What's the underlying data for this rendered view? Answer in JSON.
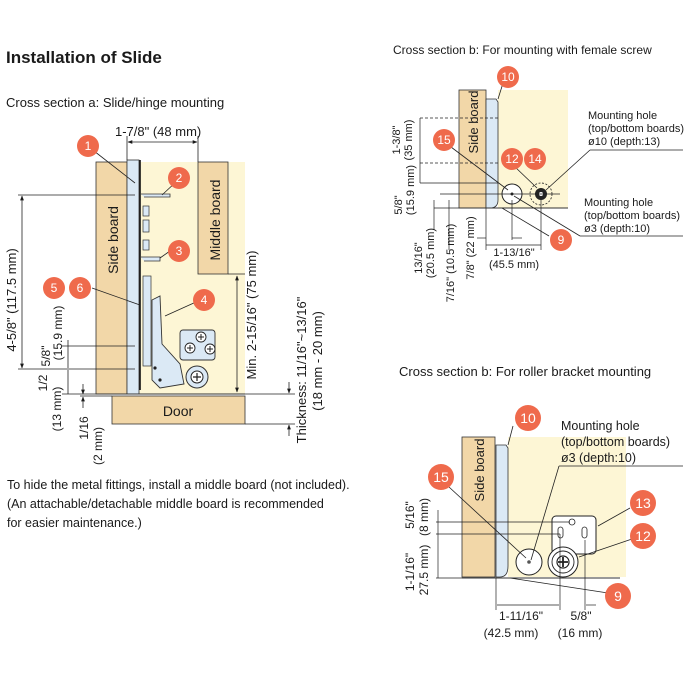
{
  "title": "Installation of Slide",
  "note": {
    "lines": [
      "To hide the metal fittings, install a middle board (not included).",
      "(An attachable/detachable middle board is recommended",
      "for easier maintenance.)"
    ]
  },
  "section_a": {
    "title": "Cross section a: Slide/hinge mounting",
    "labels": {
      "side_board": "Side board",
      "middle_board": "Middle board",
      "door": "Door"
    },
    "dimensions": {
      "width": "1-7/8\" (48 mm)",
      "height_total": "4-5/8\" (117.5 mm)",
      "d_5_8": "5/8\"",
      "d_5_8_mm": "(15.9 mm)",
      "d_1_2": "1/2",
      "d_1_2_mm": "(13 mm)",
      "d_1_16": "1/16",
      "d_1_16_mm": "(2 mm)",
      "min_height": "Min. 2-15/16\" (75 mm)",
      "thickness": "Thickness: 11/16\"~13/16\"",
      "thickness_mm": "(18 mm - 20 mm)"
    },
    "callouts": [
      "1",
      "2",
      "3",
      "4",
      "5",
      "6"
    ]
  },
  "section_b1": {
    "title": "Cross section b: For mounting with female screw",
    "labels": {
      "side_board": "Side board"
    },
    "mounting_hole_1": [
      "Mounting hole",
      "(top/bottom boards)",
      "ø10 (depth:13)"
    ],
    "mounting_hole_2": [
      "Mounting hole",
      "(top/bottom boards)",
      "ø3 (depth:10)"
    ],
    "dimensions": {
      "d_1_3_8": "1-3/8\"",
      "d_1_3_8_mm": "(35 mm)",
      "d_5_8": "5/8\"",
      "d_5_8_mm": "(15.9 mm)",
      "d_13_16": "13/16\"",
      "d_13_16_mm": "(20.5 mm)",
      "d_7_16": "7/16\" (10.5 mm)",
      "d_7_8": "7/8\" (22 mm)",
      "d_1_13_16": "1-13/16\"",
      "d_1_13_16_mm": "(45.5 mm)"
    },
    "callouts": [
      "10",
      "15",
      "12",
      "14",
      "9"
    ]
  },
  "section_b2": {
    "title": "Cross section b: For roller bracket mounting",
    "labels": {
      "side_board": "Side board"
    },
    "mounting_hole": [
      "Mounting hole",
      "(top/bottom boards)",
      "ø3 (depth:10)"
    ],
    "dimensions": {
      "d_5_16": "5/16\"",
      "d_5_16_mm": "(8 mm)",
      "d_1_1_16": "1-1/16\"",
      "d_1_1_16_mm": "27.5 mm)",
      "d_1_11_16": "1-11/16\"",
      "d_1_11_16_mm": "(42.5 mm)",
      "d_5_8": "5/8\"",
      "d_5_8_mm": "(16 mm)"
    },
    "callouts": [
      "10",
      "15",
      "13",
      "12",
      "9"
    ]
  },
  "colors": {
    "callout": "#ef6a4c",
    "wood": "#f2d7a8",
    "cabinet": "#fdf6d5",
    "slide": "#dbe9f5"
  }
}
